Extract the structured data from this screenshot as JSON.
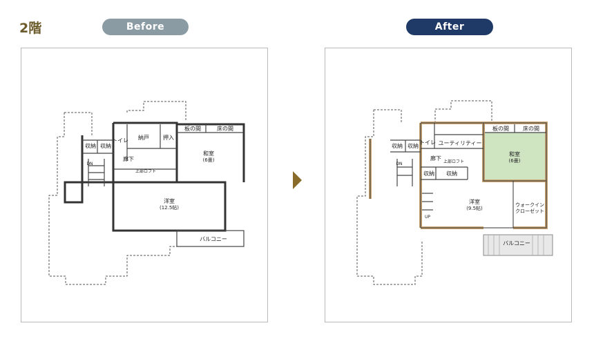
{
  "floor": "2階",
  "before_label": "Before",
  "after_label": "After",
  "before_plan": {
    "storage_1": "収納",
    "storage_2": "収納",
    "toilet": "トイレ",
    "closet": "納戸",
    "oshiire": "押入",
    "itanoma": "板の間",
    "tokonoma": "床の間",
    "washitsu": "和室",
    "washitsu_size": "(6畳)",
    "corridor": "廊下",
    "loft": "上部ロフト",
    "dn": "DN",
    "youshitsu": "洋室",
    "youshitsu_size": "(12.5帖)",
    "balcony": "バルコニー"
  },
  "after_plan": {
    "storage_1": "収納",
    "storage_2": "収納",
    "toilet": "トイレ",
    "utility": "ユーティリティー",
    "itanoma": "板の間",
    "tokonoma": "床の間",
    "washitsu": "和室",
    "washitsu_size": "(6畳)",
    "corridor": "廊下",
    "loft": "上部ロフト",
    "storage_3": "収納",
    "storage_4": "収納",
    "dn": "DN",
    "up": "UP",
    "youshitsu": "洋室",
    "youshitsu_size": "(9.5帖)",
    "walkin_1": "ウォークイン",
    "walkin_2": "クローゼット",
    "balcony": "バルコニー"
  },
  "colors": {
    "before_pill": "#8b9ba4",
    "after_pill": "#1f3a66",
    "arrow": "#8a6c2a",
    "floor_label": "#6b5a2a",
    "tatami_green": "#cfe5c2",
    "wood_frame": "#c9a574"
  }
}
